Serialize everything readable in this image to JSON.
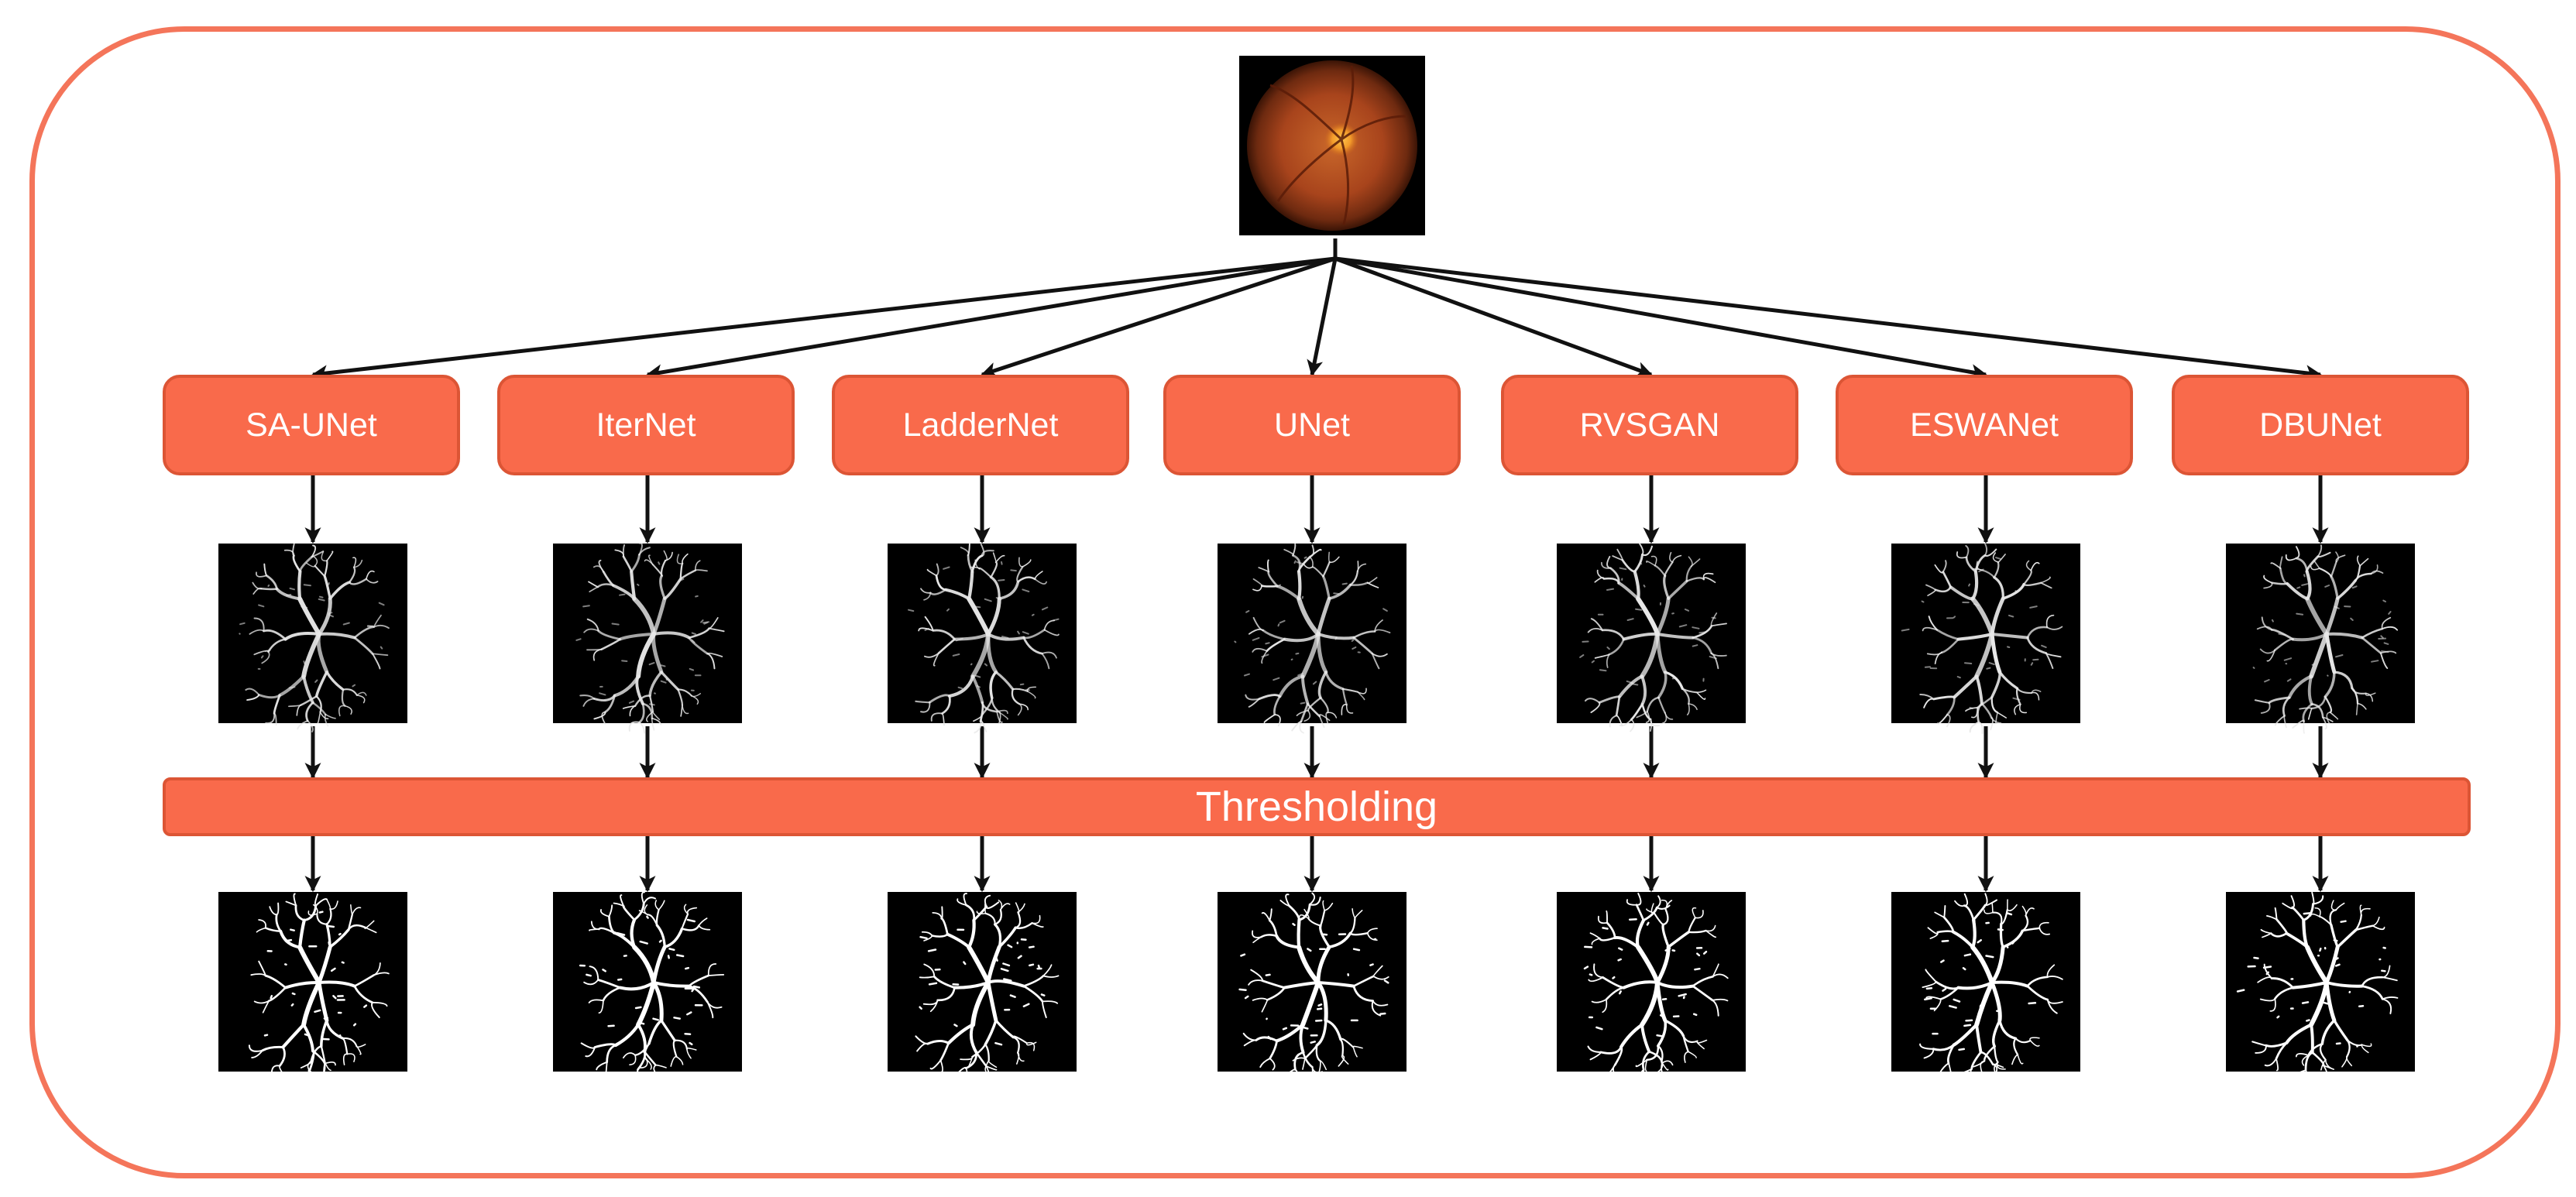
{
  "input_image": {
    "icon": "retina-fundus-photo"
  },
  "models": [
    {
      "label": "SA-UNet"
    },
    {
      "label": "IterNet"
    },
    {
      "label": "LadderNet"
    },
    {
      "label": "UNet"
    },
    {
      "label": "RVSGAN"
    },
    {
      "label": "ESWANet"
    },
    {
      "label": "DBUNet"
    }
  ],
  "thresholding": {
    "label": "Thresholding"
  },
  "colors": {
    "accent": "#f96a4b",
    "accent_border": "#dc5535",
    "frame": "#f4755a",
    "arrow": "#111111"
  }
}
